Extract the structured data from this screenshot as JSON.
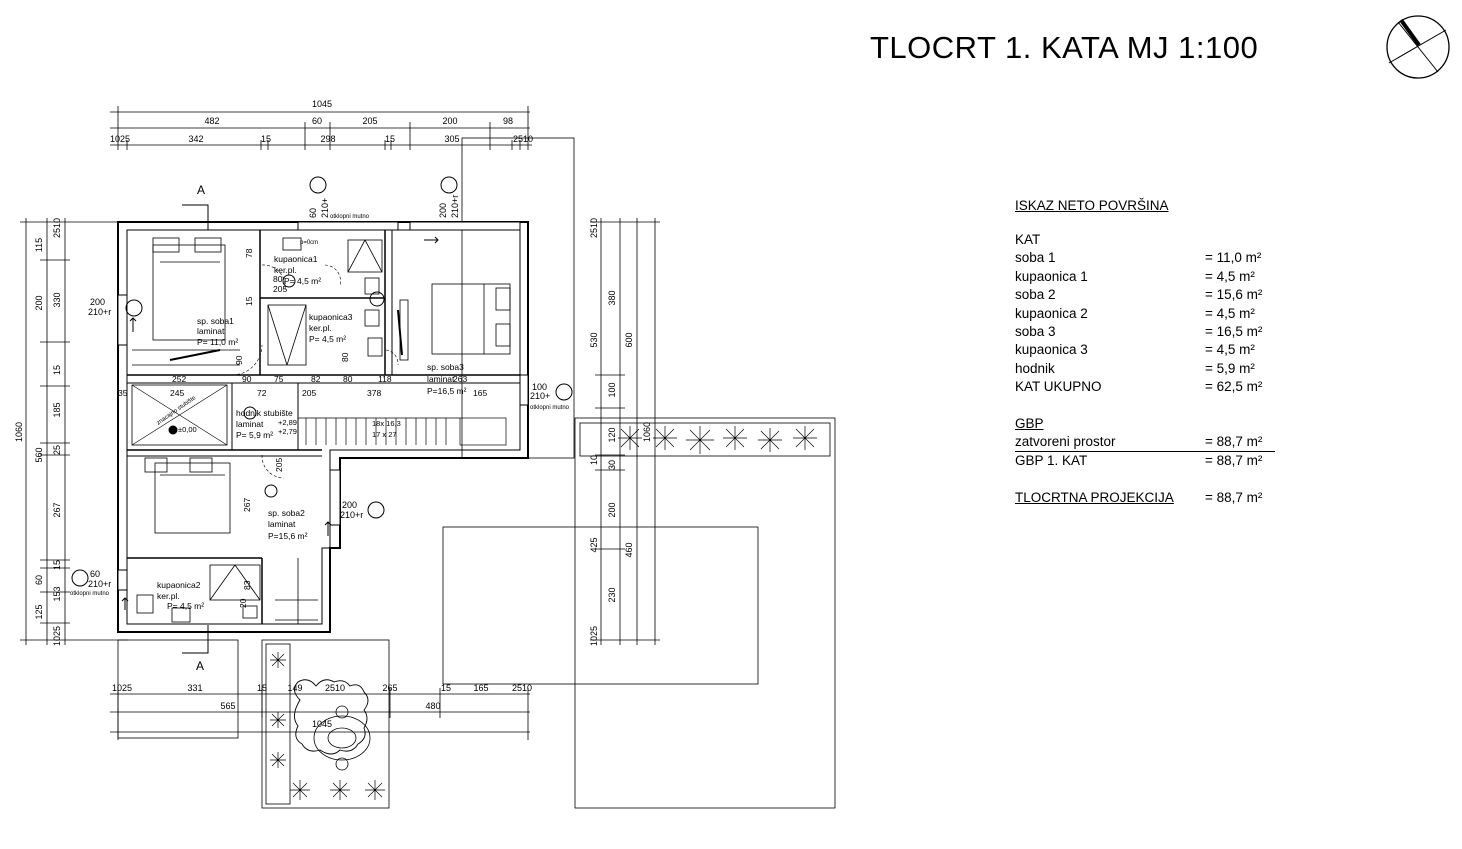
{
  "title": "TLOCRT 1. KATA  MJ 1:100",
  "legend": {
    "title": "ISKAZ NETO POVRŠINA",
    "section": "KAT",
    "rows": [
      {
        "label": "soba 1",
        "value": "= 11,0 m²"
      },
      {
        "label": "kupaonica 1",
        "value": "= 4,5 m²"
      },
      {
        "label": "soba 2",
        "value": "= 15,6 m²"
      },
      {
        "label": "kupaonica 2",
        "value": "= 4,5 m²"
      },
      {
        "label": "soba 3",
        "value": "= 16,5 m²"
      },
      {
        "label": "kupaonica 3",
        "value": "= 4,5 m²"
      },
      {
        "label": "hodnik",
        "value": "= 5,9 m²"
      },
      {
        "label": "KAT UKUPNO",
        "value": "= 62,5 m²"
      }
    ],
    "gbp_title": "GBP",
    "gbp_rows": [
      {
        "label": "zatvoreni prostor",
        "value": "= 88,7 m²"
      },
      {
        "label": "GBP  1. KAT",
        "value": "= 88,7 m²"
      }
    ],
    "projection": {
      "label": "TLOCRTNA PROJEKCIJA",
      "value": "= 88,7 m²"
    }
  },
  "plan": {
    "dim_top_overall": "1045",
    "dim_top_row2": [
      "482",
      "60",
      "205",
      "200",
      "98"
    ],
    "dim_top_row3": [
      "1025",
      "342",
      "15",
      "298",
      "15",
      "305",
      "2510"
    ],
    "dim_bottom_row1": [
      "1025",
      "331",
      "15",
      "149",
      "2510",
      "265",
      "15",
      "165",
      "2510"
    ],
    "dim_bottom_row2": [
      "565",
      "480"
    ],
    "dim_bottom_overall": "1045",
    "dim_left_outer": "1060",
    "dim_left_mid": [
      "115",
      "200",
      "560",
      "60",
      "125"
    ],
    "dim_left_inner": [
      "2510",
      "330",
      "15",
      "185",
      "25",
      "267",
      "15",
      "153",
      "1025"
    ],
    "dim_right_1": [
      "2510",
      "530",
      "10",
      "425",
      "1025"
    ],
    "dim_right_2": [
      "380",
      "100",
      "120",
      "30",
      "200",
      "230"
    ],
    "dim_right_3": [
      "600",
      "1060",
      "460"
    ],
    "section_marks": [
      "A",
      "A"
    ],
    "rooms": [
      {
        "name": "sp. soba1",
        "floor": "laminat",
        "area": "P= 11,0 m²"
      },
      {
        "name": "kupaonica1",
        "floor": "ker.pl.",
        "area": "P= 4,5 m²"
      },
      {
        "name": "kupaonica3",
        "floor": "ker.pl.",
        "area": "P= 4,5 m²"
      },
      {
        "name": "sp. soba3",
        "floor": "laminat",
        "area": "P=16,5 m²"
      },
      {
        "name": "hodnik stubište",
        "floor": "laminat",
        "area": "P= 5,9 m²"
      },
      {
        "name": "sp. soba2",
        "floor": "laminat",
        "area": "P=15,6 m²"
      },
      {
        "name": "kupaonica2",
        "floor": "ker.pl.",
        "area": "P= 4,5 m²"
      }
    ],
    "interior_dims": [
      "252",
      "245",
      "35",
      "90",
      "72",
      "75",
      "82",
      "80",
      "118",
      "263",
      "378",
      "165",
      "205",
      "267",
      "83",
      "78",
      "80",
      "15",
      "205",
      "90",
      "80",
      "205",
      "20"
    ],
    "windows": [
      {
        "w": "60",
        "h": "210+",
        "note": "otklopni mutno"
      },
      {
        "w": "200",
        "h": "210+r"
      },
      {
        "w": "200",
        "h": "210+r"
      },
      {
        "w": "100",
        "h": "210+",
        "note": "otklopni mutno"
      },
      {
        "w": "200",
        "h": "210+r"
      },
      {
        "w": "60",
        "h": "210+r",
        "note": "otklopni mutno"
      }
    ],
    "stair_note_1": "18x 16,3",
    "stair_note_2": "17 x 27",
    "level_1": "+2,89",
    "level_2": "+2,79",
    "level_0": "±0,00",
    "sill_note": "p=0cm",
    "small_note": "znacajno stubište"
  }
}
